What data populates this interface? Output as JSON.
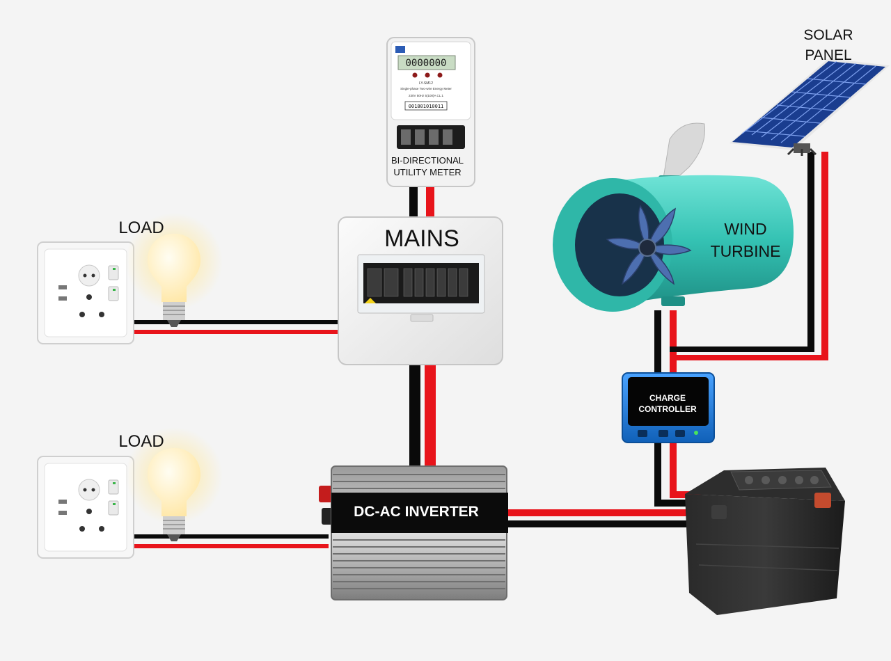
{
  "labels": {
    "solar_panel_line1": "SOLAR",
    "solar_panel_line2": "PANEL",
    "meter_line1": "BI-DIRECTIONAL",
    "meter_line2": "UTILITY METER",
    "mains": "MAINS",
    "wind_line1": "WIND",
    "wind_line2": "TURBINE",
    "load_top": "LOAD",
    "load_bottom": "LOAD",
    "charge_line1": "CHARGE",
    "charge_line2": "CONTROLLER",
    "inverter": "DC-AC INVERTER"
  },
  "meter_face": {
    "display": "0000000",
    "model": "LY-SM12",
    "caption": "Single-phase Two-wire Energy Meter",
    "rating": "230V  50Hz  5(100)A  CL:1",
    "serial": "001801010011"
  },
  "colors": {
    "wire_positive": "#e8141b",
    "wire_negative": "#0a0a0a",
    "turbine_body": "#3cc7b8",
    "controller_body": "#1e78d4",
    "panel_cells": "#1a3d8f",
    "bulb_glow": "#fff1b8"
  },
  "icons": {
    "solar_panel": "solar-panel-icon",
    "utility_meter": "energy-meter-icon",
    "mains": "distribution-board-icon",
    "wind_turbine": "wind-turbine-icon",
    "charge_controller": "charge-controller-icon",
    "inverter": "inverter-icon",
    "battery": "battery-icon",
    "socket": "wall-socket-icon",
    "bulb": "light-bulb-icon"
  }
}
